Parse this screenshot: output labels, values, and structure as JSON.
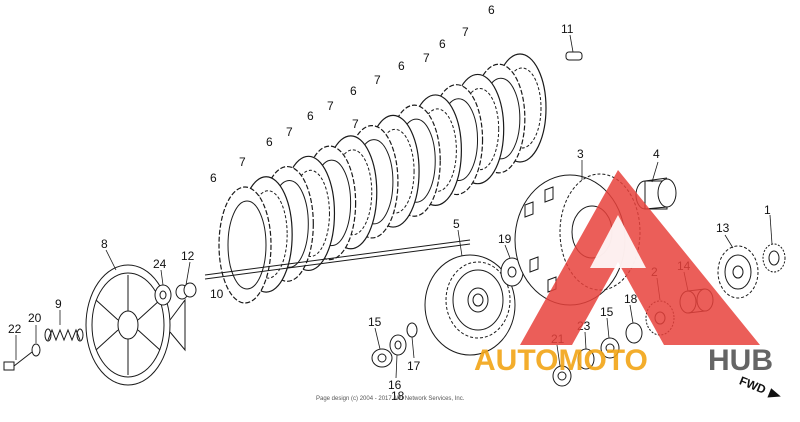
{
  "diagram": {
    "callouts": [
      {
        "id": "c1",
        "text": "1"
      },
      {
        "id": "c2",
        "text": "2"
      },
      {
        "id": "c3",
        "text": "3"
      },
      {
        "id": "c4",
        "text": "4"
      },
      {
        "id": "c5",
        "text": "5"
      },
      {
        "id": "c6a",
        "text": "6"
      },
      {
        "id": "c6b",
        "text": "6"
      },
      {
        "id": "c6c",
        "text": "6"
      },
      {
        "id": "c6d",
        "text": "6"
      },
      {
        "id": "c6e",
        "text": "6"
      },
      {
        "id": "c6f",
        "text": "6"
      },
      {
        "id": "c6g",
        "text": "6"
      },
      {
        "id": "c7a",
        "text": "7"
      },
      {
        "id": "c7b",
        "text": "7"
      },
      {
        "id": "c7c",
        "text": "7"
      },
      {
        "id": "c7d",
        "text": "7"
      },
      {
        "id": "c7e",
        "text": "7"
      },
      {
        "id": "c7f",
        "text": "7"
      },
      {
        "id": "c7g",
        "text": "7"
      },
      {
        "id": "c8",
        "text": "8"
      },
      {
        "id": "c9",
        "text": "9"
      },
      {
        "id": "c10",
        "text": "10"
      },
      {
        "id": "c11",
        "text": "11"
      },
      {
        "id": "c12",
        "text": "12"
      },
      {
        "id": "c13",
        "text": "13"
      },
      {
        "id": "c14",
        "text": "14"
      },
      {
        "id": "c15a",
        "text": "15"
      },
      {
        "id": "c15b",
        "text": "15"
      },
      {
        "id": "c16",
        "text": "16"
      },
      {
        "id": "c17",
        "text": "17"
      },
      {
        "id": "c18a",
        "text": "18"
      },
      {
        "id": "c18b",
        "text": "18"
      },
      {
        "id": "c19",
        "text": "19"
      },
      {
        "id": "c20",
        "text": "20"
      },
      {
        "id": "c21",
        "text": "21"
      },
      {
        "id": "c22",
        "text": "22"
      },
      {
        "id": "c23",
        "text": "23"
      },
      {
        "id": "c24",
        "text": "24"
      }
    ],
    "copyright": "Page design (c) 2004 - 2017 ARI Network Services, Inc.",
    "fwd_label": "FWD"
  },
  "watermark": {
    "word_part1": "AUTOMOTO",
    "word_part2": "HUB",
    "color_red": "#e8423c",
    "color_orange": "#f2a516",
    "color_gray": "#555555"
  }
}
